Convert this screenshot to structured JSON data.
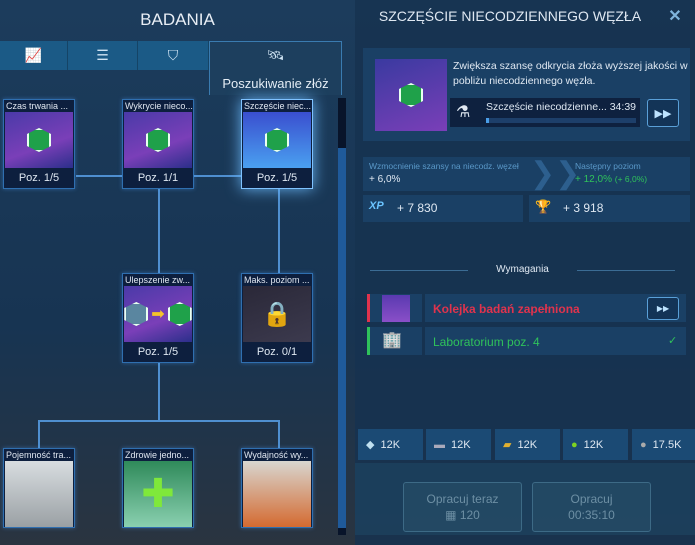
{
  "left": {
    "title": "BADANIA",
    "tabs": [
      {
        "icon": "chart-icon"
      },
      {
        "icon": "list-icon"
      },
      {
        "icon": "shield-icon"
      },
      {
        "icon": "satellite-icon",
        "label": "Poszukiwanie złóż"
      }
    ],
    "nodes": [
      {
        "title": "Czas trwania ...",
        "level": "Poz. 1/5"
      },
      {
        "title": "Wykrycie nieco...",
        "level": "Poz. 1/1"
      },
      {
        "title": "Szczęście niec...",
        "level": "Poz. 1/5"
      },
      {
        "title": "Ulepszenie zw...",
        "level": "Poz. 1/5"
      },
      {
        "title": "Maks. poziom ...",
        "level": "Poz. 0/1"
      },
      {
        "title": "Pojemność tra..."
      },
      {
        "title": "Zdrowie jedno..."
      },
      {
        "title": "Wydajność wy..."
      }
    ]
  },
  "right": {
    "title": "SZCZĘŚCIE NIECODZIENNEGO WĘZŁA",
    "description": "Zwiększa szansę odkrycia złoża wyższej jakości w pobliżu niecodziennego węzła.",
    "progress": {
      "label": "Szczęście niecodzienne...",
      "time": "34:39",
      "fraction": 0.02
    },
    "stat": {
      "label": "Wzmocnienie szansy na niecodz. węzeł",
      "value": "+ 6,0%",
      "next_label": "Następny poziom",
      "next_value": "+ 12,0%",
      "next_delta": "(+ 6,0%)"
    },
    "xp": "+ 7 830",
    "trophy": "+ 3 918",
    "requirements_title": "Wymagania",
    "requirements": [
      {
        "text": "Kolejka badań zapełniona",
        "status": "unmet"
      },
      {
        "text": "Laboratorium poz. 4",
        "status": "met",
        "check": "✓"
      }
    ],
    "resources": [
      {
        "icon": "metal-icon",
        "value": "12K"
      },
      {
        "icon": "ingot-icon",
        "value": "12K"
      },
      {
        "icon": "book-icon",
        "value": "12K"
      },
      {
        "icon": "food-icon",
        "value": "12K"
      },
      {
        "icon": "coin-icon",
        "value": "17.5K"
      }
    ],
    "buttons": {
      "now": "Opracuj teraz",
      "now_cost": "120",
      "research": "Opracuj",
      "research_time": "00:35:10"
    }
  },
  "colors": {
    "unmet": "#e0334d",
    "met": "#2fc25b",
    "accent": "#4f8fd0"
  }
}
